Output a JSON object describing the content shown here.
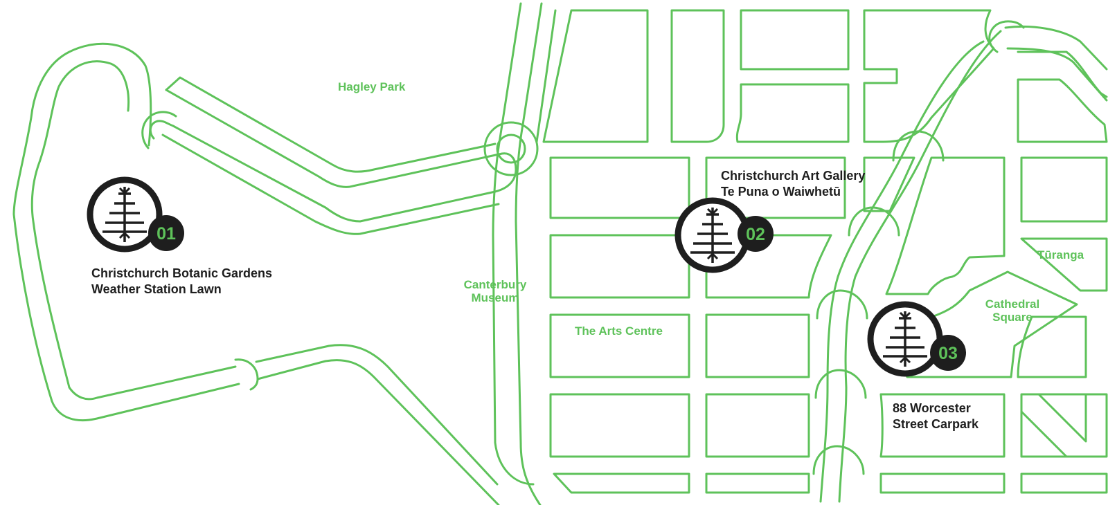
{
  "colors": {
    "road": "#5ec25a",
    "label": "#5ec25a",
    "marker": "#1e1e1e",
    "marker_number": "#5ec25a",
    "background": "#ffffff"
  },
  "places": {
    "hagley_park": "Hagley Park",
    "canterbury_museum_1": "Canterbury",
    "canterbury_museum_2": "Museum",
    "arts_centre": "The Arts Centre",
    "turanga": "Tūranga",
    "cathedral_square_1": "Cathedral",
    "cathedral_square_2": "Square"
  },
  "markers": [
    {
      "number": "01",
      "icon": "tree-icon",
      "label_line1": "Christchurch Botanic Gardens",
      "label_line2": "Weather Station Lawn"
    },
    {
      "number": "02",
      "icon": "tree-icon",
      "label_line1": "Christchurch Art Gallery",
      "label_line2": "Te Puna o Waiwhetū"
    },
    {
      "number": "03",
      "icon": "tree-icon",
      "label_line1": "88 Worcester",
      "label_line2": "Street Carpark"
    }
  ]
}
